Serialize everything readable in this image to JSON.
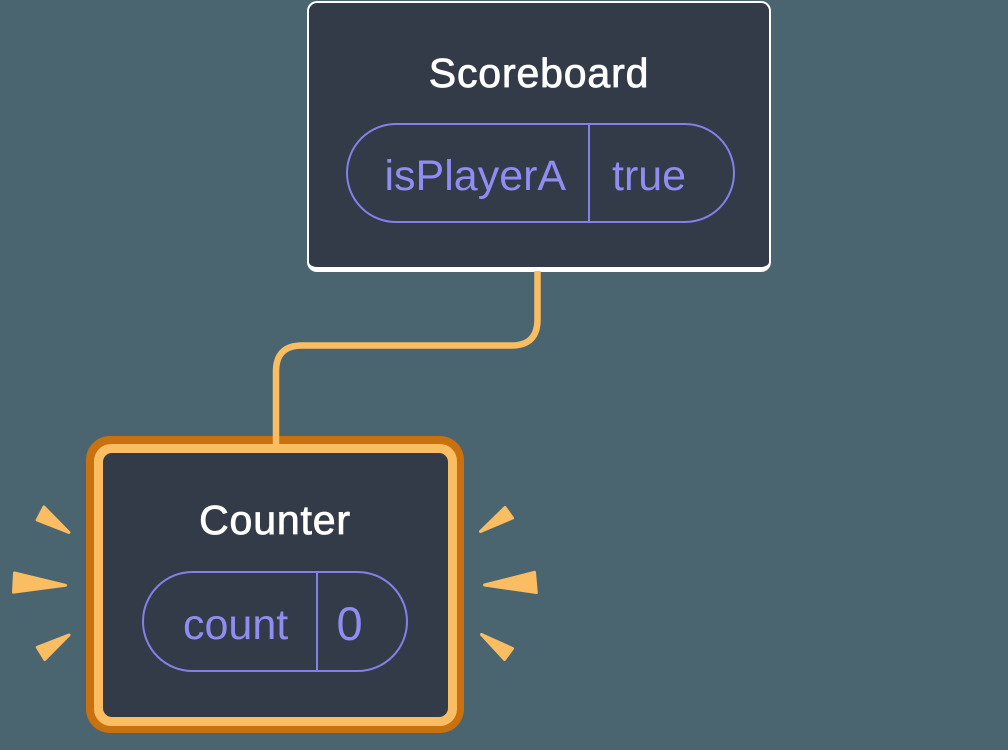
{
  "colors": {
    "background": "#4B6570",
    "card": "#343B48",
    "cardBorder": "#FFFFFF",
    "pillBorder": "#8381E8",
    "pillText": "#8F8DF2",
    "titleText": "#FFFFFF",
    "orangeDark": "#C9700F",
    "orangeLight": "#FABD62"
  },
  "scoreboard": {
    "title": "Scoreboard",
    "state": {
      "label": "isPlayerA",
      "value": "true"
    }
  },
  "counter": {
    "title": "Counter",
    "state": {
      "label": "count",
      "value": "0"
    }
  }
}
